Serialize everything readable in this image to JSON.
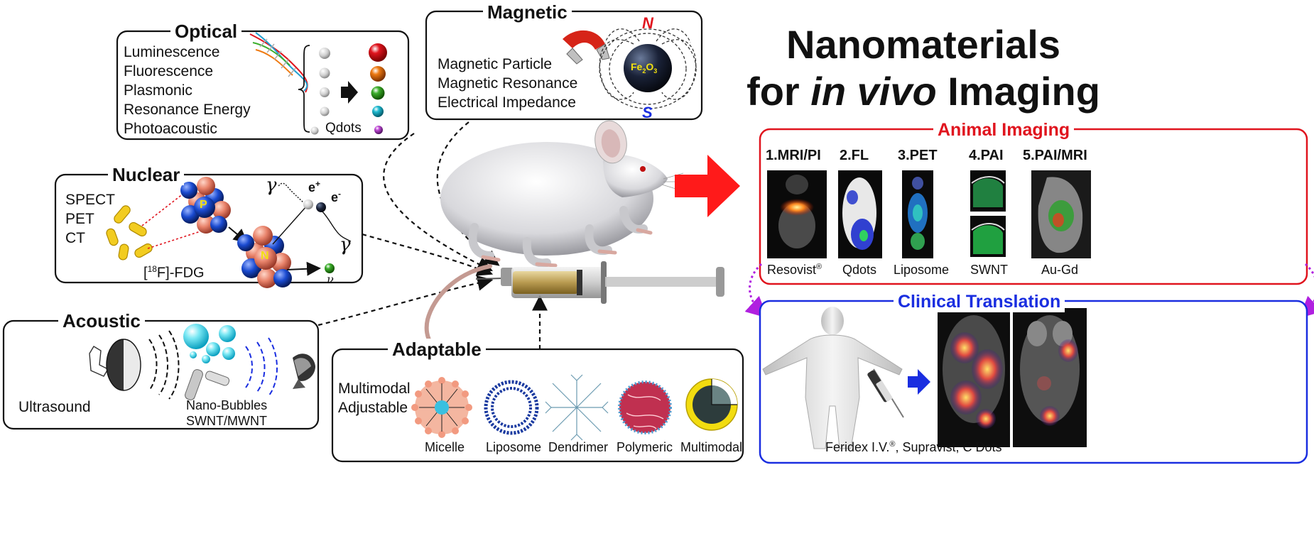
{
  "title": {
    "line1": "Nanomaterials",
    "line2_pre": "for ",
    "line2_italic": "in vivo",
    "line2_post": " Imaging"
  },
  "optical": {
    "heading": "Optical",
    "items": [
      "Luminescence",
      "Fluorescence",
      "Plasmonic",
      "Resonance Energy",
      "Photoacoustic"
    ],
    "qdots": "Qdots",
    "dot_colors": [
      "#e0141e",
      "#ee7a12",
      "#3cae2c",
      "#22bcd2",
      "#c04ad6"
    ]
  },
  "magnetic": {
    "heading": "Magnetic",
    "items": [
      "Magnetic Particle",
      "Magnetic Resonance",
      "Electrical Impedance"
    ],
    "pole_n": "N",
    "pole_s": "S",
    "particle": {
      "base": "Fe",
      "sub1": "2",
      "mid": "O",
      "sub2": "3"
    }
  },
  "nuclear": {
    "heading": "Nuclear",
    "items": [
      "SPECT",
      "PET",
      "CT"
    ],
    "fdg": {
      "open": "[",
      "sup": "18",
      "rest": "F]-FDG"
    },
    "proton": "P",
    "neutron": "N",
    "gamma": "γ",
    "positron": "e",
    "positron_sup": "+",
    "electron": "e",
    "electron_sup": "-",
    "neutrino": "ν"
  },
  "acoustic": {
    "heading": "Acoustic",
    "ultrasound": "Ultrasound",
    "materials": [
      "Nano-Bubbles",
      "SWNT/MWNT"
    ]
  },
  "adaptable": {
    "heading": "Adaptable",
    "desc": [
      "Multimodal",
      "Adjustable"
    ],
    "types": [
      "Micelle",
      "Liposome",
      "Dendrimer",
      "Polymeric",
      "Multimodal"
    ]
  },
  "animal_imaging": {
    "heading": "Animal Imaging",
    "color": "#e0141e",
    "panels": [
      {
        "label": "1.MRI/PI",
        "agent": "Resovist",
        "agent_sup": "®"
      },
      {
        "label": "2.FL",
        "agent": "Qdots",
        "agent_sup": ""
      },
      {
        "label": "3.PET",
        "agent": "Liposome",
        "agent_sup": ""
      },
      {
        "label": "4.PAI",
        "agent": "SWNT",
        "agent_sup": ""
      },
      {
        "label": "5.PAI/MRI",
        "agent": "Au-Gd",
        "agent_sup": ""
      }
    ]
  },
  "clinical": {
    "heading": "Clinical Translation",
    "color": "#1a2ee0",
    "caption": {
      "a": "Feridex I.V.",
      "sup": "®",
      "b": ", Supravist, C Dots"
    }
  },
  "colors": {
    "red_arrow": "#ff1a1a",
    "blue_arrow": "#1a2ee0",
    "purple_dots": "#b020e0"
  }
}
